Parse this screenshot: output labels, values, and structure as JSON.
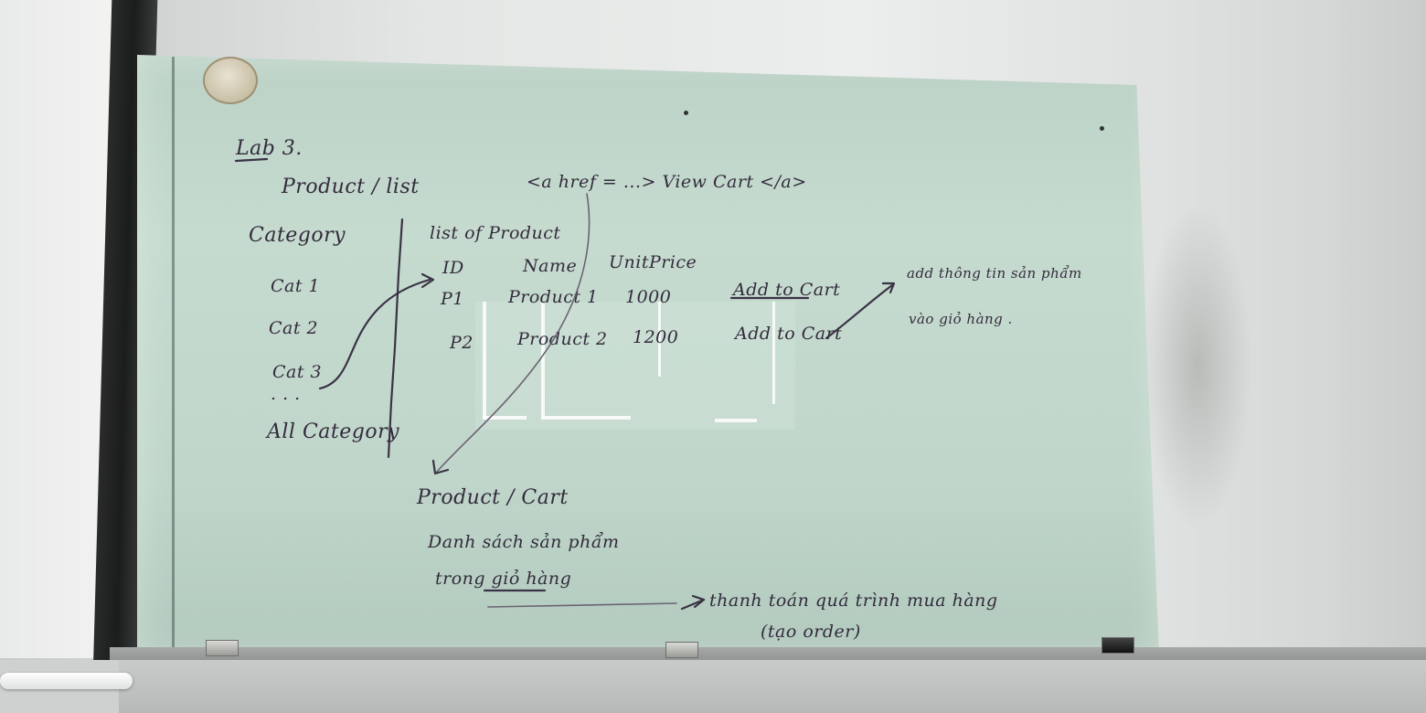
{
  "whiteboard": {
    "heading": "Lab 3.",
    "left_section": {
      "title": "Product / list",
      "category_header": "Category",
      "categories": [
        "Cat 1",
        "Cat 2",
        "Cat 3",
        ". . ."
      ],
      "all_category": "All Category"
    },
    "link_note": "<a href = ...> View Cart </a>",
    "product_table": {
      "title": "list of Product",
      "columns": [
        "ID",
        "Name",
        "UnitPrice"
      ],
      "rows": [
        {
          "id": "P1",
          "name": "Product 1",
          "price": "1000",
          "action": "Add to Cart"
        },
        {
          "id": "P2",
          "name": "Product 2",
          "price": "1200",
          "action": "Add to Cart"
        }
      ]
    },
    "right_note": {
      "line1": "add thông tin sản phẩm",
      "line2": "vào giỏ hàng ."
    },
    "cart_section": {
      "title": "Product / Cart",
      "line1": "Danh sách sản phẩm",
      "line2": "trong giỏ hàng"
    },
    "checkout_note": {
      "line1": "thanh toán quá trình mua hàng",
      "line2": "(tạo order)"
    }
  }
}
